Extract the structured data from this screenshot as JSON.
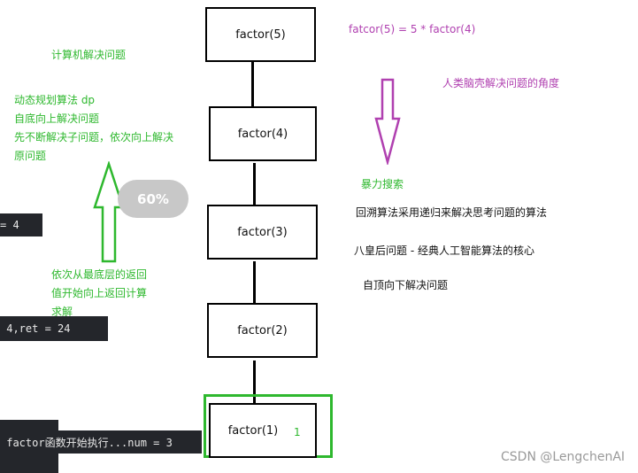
{
  "boxes": [
    {
      "label": "factor(5)"
    },
    {
      "label": "factor(4)"
    },
    {
      "label": "factor(3)"
    },
    {
      "label": "factor(2)"
    },
    {
      "label": "factor(1)"
    }
  ],
  "base_marker": "1",
  "left_notes": {
    "computer": "计算机解决问题",
    "dp_lines": [
      "动态规划算法 dp",
      "自底向上解决问题",
      "先不断解决子问题，依次向上解决",
      "原问题"
    ],
    "return_lines": [
      "依次从最底层的返回",
      "值开始向上返回计算",
      "求解"
    ]
  },
  "right_notes": {
    "formula": "fatcor(5) = 5 * factor(4)",
    "human": "人类脑壳解决问题的角度",
    "brute": "暴力搜索",
    "backtrack": "回溯算法采用递归来解决思考问题的算法",
    "queens": "八皇后问题 - 经典人工智能算法的核心",
    "topdown": "自顶向下解决问题"
  },
  "progress_badge": "60%",
  "terminal": {
    "line1": "= 4",
    "line2": " 4,ret = 24",
    "line3": " factor函数开始执行...num = 3"
  },
  "watermark": "CSDN @LengchenAI",
  "colors": {
    "green": "#2eb82e",
    "purple": "#b040b0",
    "terminal_bg": "#24262b",
    "badge": "#c8c8c8"
  }
}
